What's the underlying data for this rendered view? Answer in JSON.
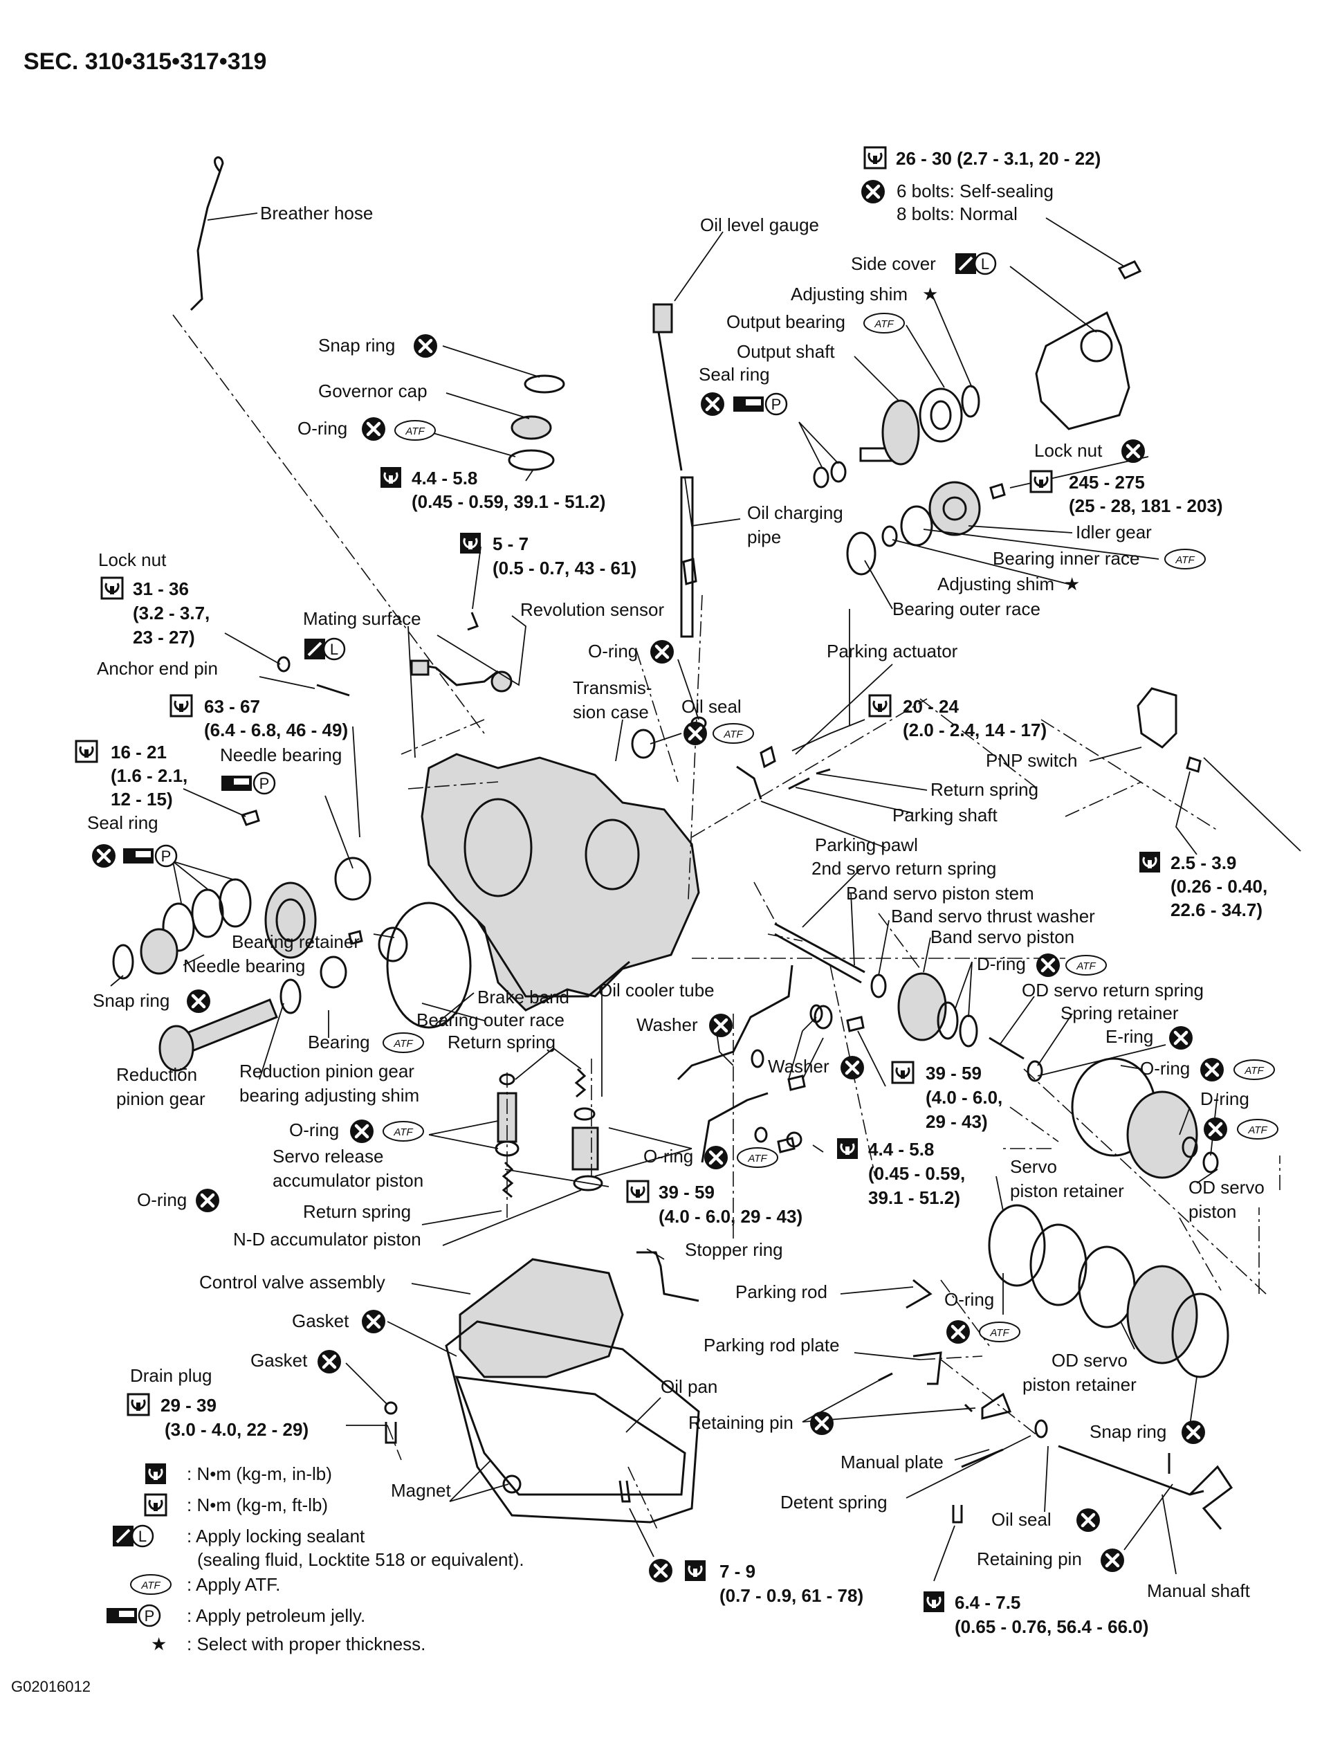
{
  "header": {
    "section": "SEC. 310•315•317•319"
  },
  "footer": {
    "code": "G02016012"
  },
  "symbols": {
    "no_reuse": "X",
    "atf": "ATF",
    "locking": "L",
    "jelly": "P",
    "star": "★"
  },
  "labels": {
    "breather_hose": "Breather hose",
    "oil_level_gauge": "Oil level gauge",
    "torque_top_val": "26 - 30 (2.7 - 3.1, 20 - 22)",
    "bolts_self": "6 bolts: Self-sealing",
    "bolts_normal": "8 bolts: Normal",
    "side_cover": "Side cover",
    "adjusting_shim_top": "Adjusting shim",
    "output_bearing": "Output bearing",
    "output_shaft": "Output shaft",
    "seal_ring_top": "Seal ring",
    "snap_ring_gov": "Snap ring",
    "governor_cap": "Governor cap",
    "o_ring_gov": "O-ring",
    "t_gov_1": "4.4 - 5.8",
    "t_gov_2": "(0.45 - 0.59, 39.1 - 51.2)",
    "t_57_1": "5 - 7",
    "t_57_2": "(0.5 - 0.7, 43 - 61)",
    "oil_charging_1": "Oil charging",
    "oil_charging_2": "pipe",
    "lock_nut_right": "Lock nut",
    "t_245_1": "245 - 275",
    "t_245_2": "(25 - 28, 181 - 203)",
    "idler_gear": "Idler gear",
    "bearing_inner_race": "Bearing inner race",
    "adjusting_shim_mid": "Adjusting shim",
    "bearing_outer_race_top": "Bearing outer race",
    "lock_nut_left": "Lock nut",
    "t_31_1": "31 - 36",
    "t_31_2": "(3.2 - 3.7,",
    "t_31_3": "23 - 27)",
    "mating_surface": "Mating surface",
    "revolution_sensor": "Revolution sensor",
    "o_ring_case": "O-ring",
    "parking_actuator": "Parking actuator",
    "anchor_end_pin": "Anchor end pin",
    "t_63_1": "63 - 67",
    "t_63_2": "(6.4 - 6.8, 46 - 49)",
    "transmission_case_1": "Transmis-",
    "transmission_case_2": "sion case",
    "oil_seal_case": "Oil seal",
    "t_20_1": "20 - 24",
    "t_20_2": "(2.0 - 2.4, 14 - 17)",
    "t_16_1": "16 - 21",
    "t_16_2": "(1.6 - 2.1,",
    "t_16_3": "12 - 15)",
    "needle_bearing_top": "Needle bearing",
    "pnp_switch": "PNP switch",
    "return_spring_park": "Return spring",
    "parking_shaft": "Parking shaft",
    "parking_pawl": "Parking pawl",
    "seal_ring_left": "Seal ring",
    "t_25_1": "2.5 - 3.9",
    "t_25_2": "(0.26 - 0.40,",
    "t_25_3": "22.6 - 34.7)",
    "second_servo_spring": "2nd servo return spring",
    "band_servo_stem": "Band servo piston stem",
    "band_servo_washer": "Band servo thrust washer",
    "band_servo_piston": "Band servo piston",
    "bearing_retainer": "Bearing retainer",
    "needle_bearing_low": "Needle bearing",
    "d_ring_top": "D-ring",
    "snap_ring_left": "Snap ring",
    "brake_band": "Brake band",
    "oil_cooler_tube": "Oil cooler tube",
    "od_servo_return_spring": "OD servo return spring",
    "bearing_outer_race_low": "Bearing outer race",
    "spring_retainer": "Spring retainer",
    "washer_1": "Washer",
    "e_ring": "E-ring",
    "bearing_atf": "Bearing",
    "return_spring_low": "Return spring",
    "reduction_pinion_1": "Reduction",
    "reduction_pinion_2": "pinion gear",
    "reduction_shim_1": "Reduction pinion gear",
    "reduction_shim_2": "bearing adjusting shim",
    "washer_2": "Washer",
    "t_39a_1": "39 - 59",
    "t_39a_2": "(4.0 - 6.0,",
    "t_39a_3": "29 - 43)",
    "o_ring_right": "O-ring",
    "d_ring_right": "D-ring",
    "o_ring_servo": "O-ring",
    "servo_release_1": "Servo release",
    "servo_release_2": "accumulator piston",
    "o_ring_nd": "O-ring",
    "t_44_1": "4.4 - 5.8",
    "t_44_2": "(0.45 - 0.59,",
    "t_44_3": "39.1 - 51.2)",
    "o_ring_left": "O-ring",
    "t_39b_1": "39 - 59",
    "t_39b_2": "(4.0 - 6.0, 29 - 43)",
    "servo_piston_retainer_1": "Servo",
    "servo_piston_retainer_2": "piston retainer",
    "od_servo_piston_1": "OD servo",
    "od_servo_piston_2": "piston",
    "return_spring_acc": "Return spring",
    "nd_accumulator": "N-D accumulator piston",
    "stopper_ring": "Stopper ring",
    "control_valve": "Control valve assembly",
    "parking_rod": "Parking rod",
    "o_ring_rod": "O-ring",
    "gasket_1": "Gasket",
    "gasket_2": "Gasket",
    "parking_rod_plate": "Parking rod plate",
    "od_servo_retainer_1": "OD servo",
    "od_servo_retainer_2": "piston retainer",
    "drain_plug": "Drain plug",
    "t_29_1": "29 - 39",
    "t_29_2": "(3.0 - 4.0, 22 - 29)",
    "oil_pan": "Oil pan",
    "retaining_pin_1": "Retaining pin",
    "snap_ring_right": "Snap ring",
    "manual_plate": "Manual plate",
    "magnet": "Magnet",
    "detent_spring": "Detent spring",
    "oil_seal_low": "Oil seal",
    "retaining_pin_2": "Retaining pin",
    "manual_shaft": "Manual shaft",
    "t_79_1": "7 - 9",
    "t_79_2": "(0.7 - 0.9, 61 - 78)",
    "t_64_1": "6.4 - 7.5",
    "t_64_2": "(0.65 - 0.76, 56.4 - 66.0)"
  },
  "legend": {
    "nm_in": ": N•m (kg-m, in-lb)",
    "nm_ft": ": N•m (kg-m, ft-lb)",
    "locking_1": ": Apply locking sealant",
    "locking_2": "(sealing fluid, Locktite 518 or equivalent).",
    "atf": ": Apply ATF.",
    "jelly": ": Apply petroleum jelly.",
    "star": ": Select with proper thickness."
  }
}
